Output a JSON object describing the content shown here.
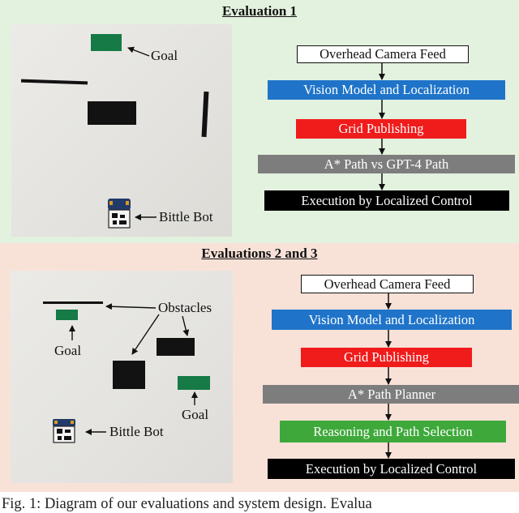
{
  "eval1": {
    "title": "Evaluation 1",
    "labels": {
      "goal": "Goal",
      "bot": "Bittle Bot"
    },
    "flow": [
      "Overhead Camera Feed",
      "Vision Model and Localization",
      "Grid Publishing",
      "A* Path vs GPT-4 Path",
      "Execution by Localized Control"
    ]
  },
  "eval2": {
    "title": "Evaluations 2 and 3",
    "labels": {
      "obstacles": "Obstacles",
      "goal_left": "Goal",
      "goal_right": "Goal",
      "bot": "Bittle Bot"
    },
    "flow": [
      "Overhead Camera Feed",
      "Vision Model and Localization",
      "Grid Publishing",
      "A* Path Planner",
      "Reasoning and Path Selection",
      "Execution by Localized Control"
    ]
  },
  "caption": "Fig. 1: Diagram of our evaluations and system design. Evalua",
  "colors": {
    "panel1_bg": "#e3f1df",
    "panel2_bg": "#f8e2d8",
    "vision": "#1f74c9",
    "grid": "#f01b1b",
    "path": "#7d7d7d",
    "reasoning": "#3ea93a",
    "execution": "#000000",
    "goal": "#157a45"
  }
}
